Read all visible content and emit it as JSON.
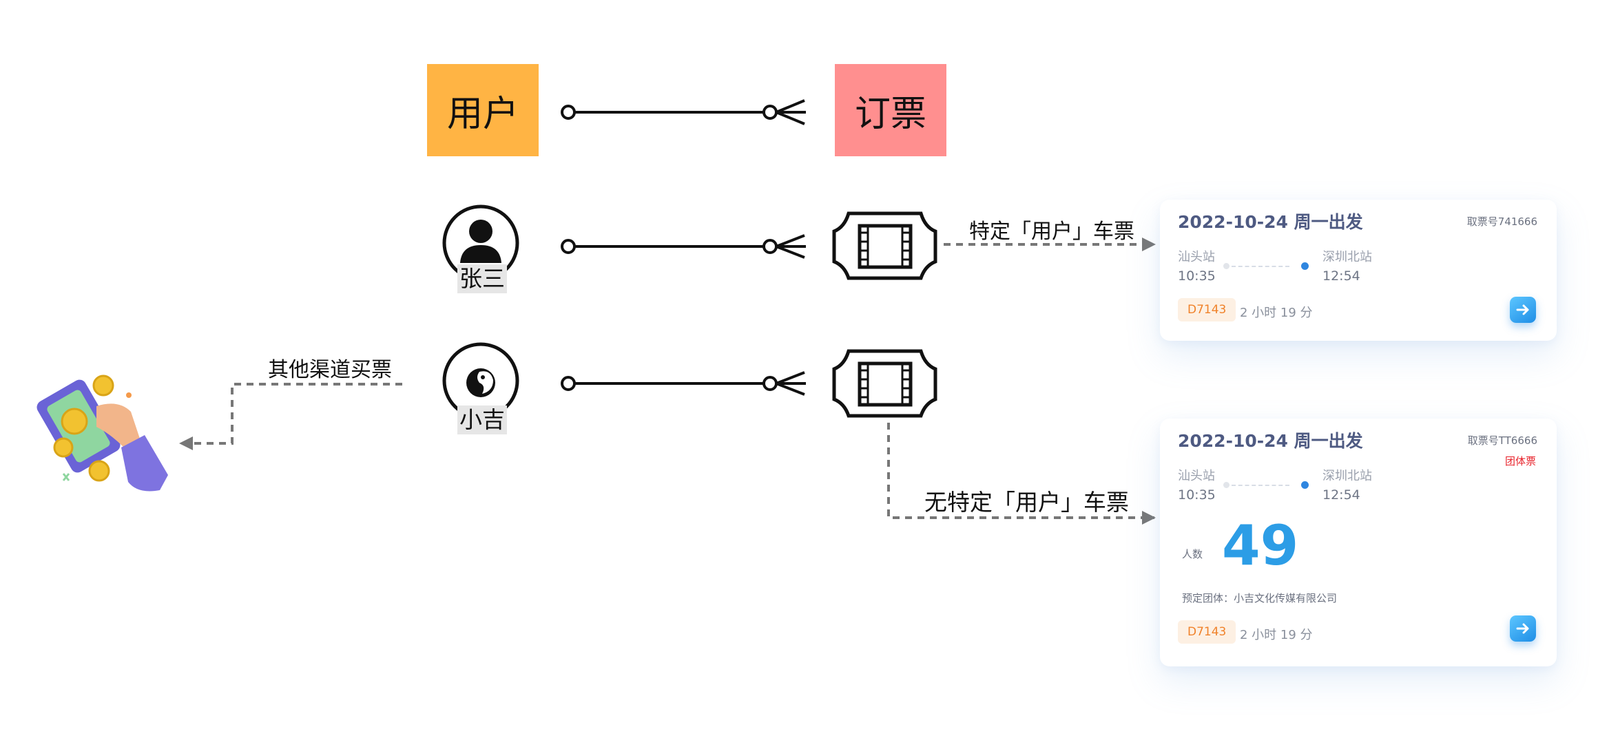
{
  "entities": {
    "user_label": "用户",
    "user_color": "#FFB444",
    "booking_label": "订票",
    "booking_color": "#FF8F8F"
  },
  "instances": {
    "user1_name": "张三",
    "user2_name": "小吉",
    "user1_icon": "person-icon",
    "user2_icon": "xiaoji-avatar-icon",
    "ticket_icon": "ticket-icon",
    "hand_payment_icon": "hand-payment-illustration"
  },
  "flows": {
    "specific_label": "特定「用户」车票",
    "nonspecific_label": "无特定「用户」车票",
    "other_channel_label": "其他渠道买票"
  },
  "cards": [
    {
      "date": "2022-10-24 周一出发",
      "ticket_no": "取票号741666",
      "from_station": "汕头站",
      "from_time": "10:35",
      "to_station": "深圳北站",
      "to_time": "12:54",
      "train": "D7143",
      "duration": "2 小时 19 分"
    },
    {
      "date": "2022-10-24 周一出发",
      "ticket_no": "取票号TT6666",
      "group_badge": "团体票",
      "from_station": "汕头站",
      "from_time": "10:35",
      "to_station": "深圳北站",
      "to_time": "12:54",
      "count_label": "人数",
      "count": "49",
      "team": "预定团体：小吉文化传媒有限公司",
      "train": "D7143",
      "duration": "2 小时 19 分"
    }
  ],
  "colors": {
    "accent_blue": "#2C9DE6",
    "train_orange": "#F0822A",
    "group_red": "#E8232B",
    "arrow_gray": "#777777"
  }
}
